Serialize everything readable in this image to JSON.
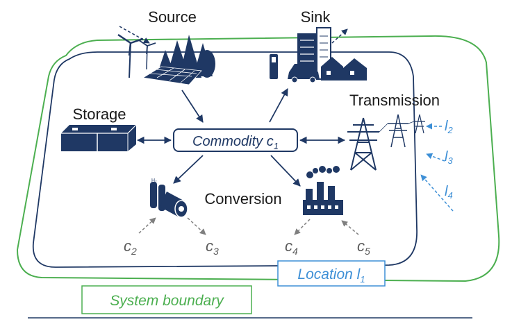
{
  "labels": {
    "source": "Source",
    "sink": "Sink",
    "storage": "Storage",
    "transmission": "Transmission",
    "conversion": "Conversion",
    "commodity": "Commodity c",
    "commodity_sub": "1",
    "location": "Location l",
    "location_sub": "1",
    "system_boundary": "System boundary",
    "c2": "c",
    "c2_sub": "2",
    "c3": "c",
    "c3_sub": "3",
    "c4": "c",
    "c4_sub": "4",
    "c5": "c",
    "c5_sub": "5",
    "l2": "l",
    "l2_sub": "2",
    "l3": "l",
    "l3_sub": "3",
    "l4": "l",
    "l4_sub": "4"
  },
  "colors": {
    "navy": "#1f3864",
    "green": "#4caf50",
    "blue": "#3d8fd6",
    "grey": "#7f7f7f",
    "text": "#1a1a1a"
  }
}
